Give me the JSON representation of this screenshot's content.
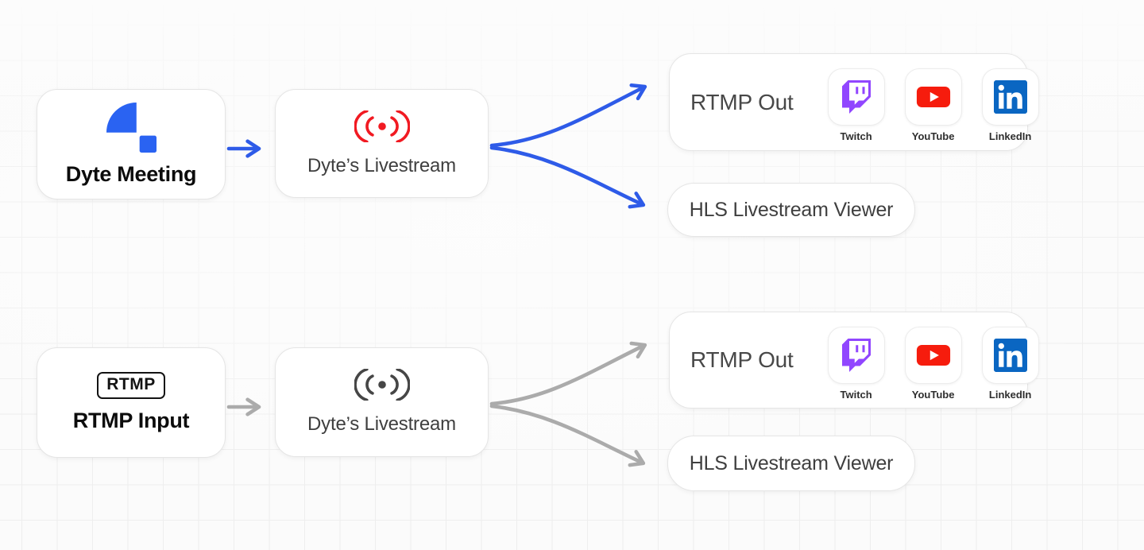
{
  "colors": {
    "accent_blue": "#2e5be8",
    "logo_blue": "#2a63f2",
    "connector_gray": "#ababab",
    "live_red": "#f11a22",
    "icon_dark": "#464646",
    "twitch_purple": "#9146ff",
    "youtube_red": "#f61c0d",
    "linkedin_blue": "#0a66c2"
  },
  "flows": {
    "top": {
      "source": {
        "label": "Dyte Meeting"
      },
      "livestream": {
        "label": "Dyte’s Livestream"
      },
      "rtmp_out": {
        "label": "RTMP Out",
        "destinations": [
          {
            "name": "Twitch"
          },
          {
            "name": "YouTube"
          },
          {
            "name": "LinkedIn"
          }
        ]
      },
      "hls_viewer": {
        "label": "HLS Livestream Viewer"
      }
    },
    "bottom": {
      "source": {
        "label": "RTMP Input",
        "badge": "RTMP"
      },
      "livestream": {
        "label": "Dyte’s Livestream"
      },
      "rtmp_out": {
        "label": "RTMP Out",
        "destinations": [
          {
            "name": "Twitch"
          },
          {
            "name": "YouTube"
          },
          {
            "name": "LinkedIn"
          }
        ]
      },
      "hls_viewer": {
        "label": "HLS Livestream Viewer"
      }
    }
  }
}
